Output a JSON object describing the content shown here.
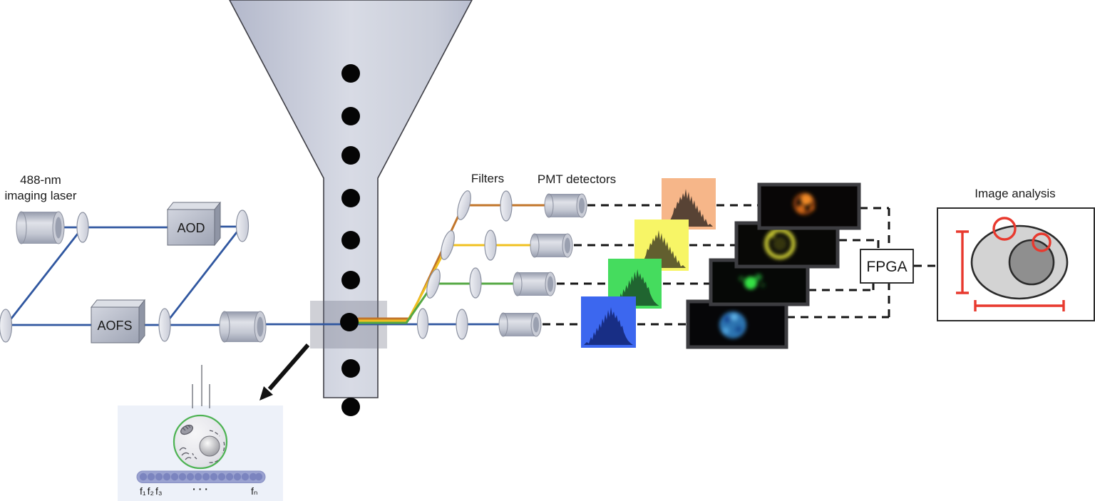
{
  "title_labels": {
    "laser_line1": "488-nm",
    "laser_line2": "imaging laser",
    "aod": "AOD",
    "aofs": "AOFS",
    "filters": "Filters",
    "pmt_detectors": "PMT detectors",
    "fpga": "FPGA",
    "image_analysis": "Image analysis"
  },
  "frequency_comb": {
    "f1": "f₁",
    "f2": "f₂",
    "f3": "f₃",
    "dots": "· · ·",
    "fn": "fₙ"
  },
  "colors": {
    "beam_blue": "#3057a0",
    "annotation_red": "#e8392e",
    "dashed_line": "#151515",
    "flow_cell_outline": "#3f3f46",
    "cell_membrane_green": "#4db353",
    "comb_bar": "#9aa2d0",
    "comb_dot": "#7b84bf"
  },
  "channels": [
    {
      "name": "orange",
      "beam": "#c2762b",
      "panel_bg": "#f6b689",
      "trace": "#4a3a2e",
      "glow": "#f08a28"
    },
    {
      "name": "yellow",
      "beam": "#f0c020",
      "panel_bg": "#f7f566",
      "trace": "#55512a",
      "glow": "#e3e33a"
    },
    {
      "name": "green",
      "beam": "#55a843",
      "panel_bg": "#45dc5e",
      "trace": "#1d5a2d",
      "glow": "#35e045"
    },
    {
      "name": "blue",
      "beam": "#3057a0",
      "panel_bg": "#3c67ef",
      "trace": "#16297c",
      "glow": "#3a9ae8"
    }
  ]
}
